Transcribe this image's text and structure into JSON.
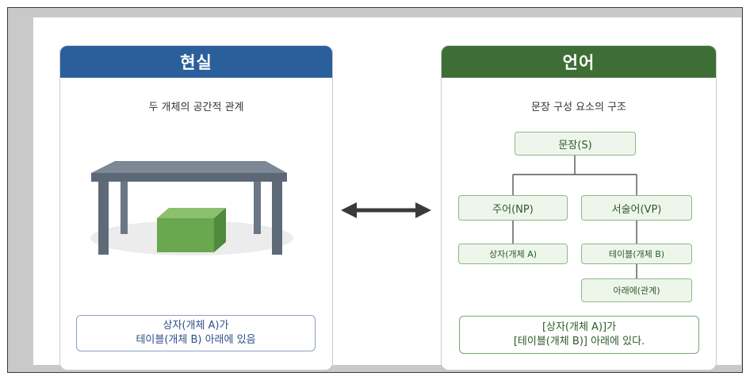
{
  "left_panel": {
    "title": "현실",
    "subtitle": "두 개체의 공간적 관계",
    "caption_line1": "상자(개체 A)가",
    "caption_line2": "테이블(개체 B) 아래에 있음"
  },
  "right_panel": {
    "title": "언어",
    "subtitle": "문장 구성 요소의 구조",
    "nodes": {
      "sentence": "문장(S)",
      "subject": "주어(NP)",
      "predicate": "서술어(VP)",
      "object_a": "상자(개체 A)",
      "object_b": "테이블(개체 B)",
      "relation": "아래에(관계)"
    },
    "caption_line1": "[상자(개체 A)]가",
    "caption_line2": "[테이블(개체 B)] 아래에 있다."
  },
  "colors": {
    "left_header": "#2b5f9c",
    "right_header": "#3e6e35",
    "table": "#6b7786",
    "box": "#6aa84f",
    "node_border": "#8cb887",
    "node_fill": "#eef6ec"
  },
  "icons": {
    "center_connector": "double-headed-arrow-icon",
    "table_illustration": "table-icon",
    "box_illustration": "box-icon"
  }
}
